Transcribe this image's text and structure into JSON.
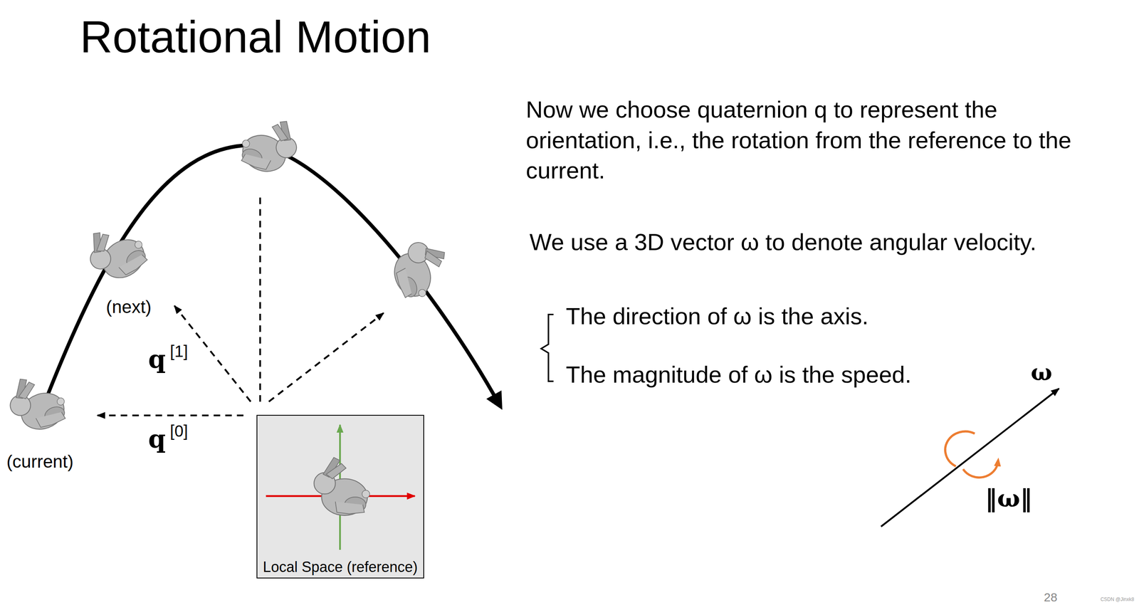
{
  "diagram": {
    "title": "Rotational Motion",
    "nodes": [
      {
        "text": [
          "Local Space (reference)"
        ]
      }
    ],
    "labels": [
      "(next)",
      "(current)",
      "q",
      "[1]",
      "q",
      "[0]",
      "Now we choose quaternion q to represent the orientation, i.e., the rotation from the reference to the current.",
      "We use a 3D vector ω to denote angular velocity.",
      "The direction of ω is the axis.",
      "The magnitude of ω is the speed.",
      "ω",
      "‖ω‖",
      "28",
      "CSDN @Jinxk8"
    ]
  }
}
